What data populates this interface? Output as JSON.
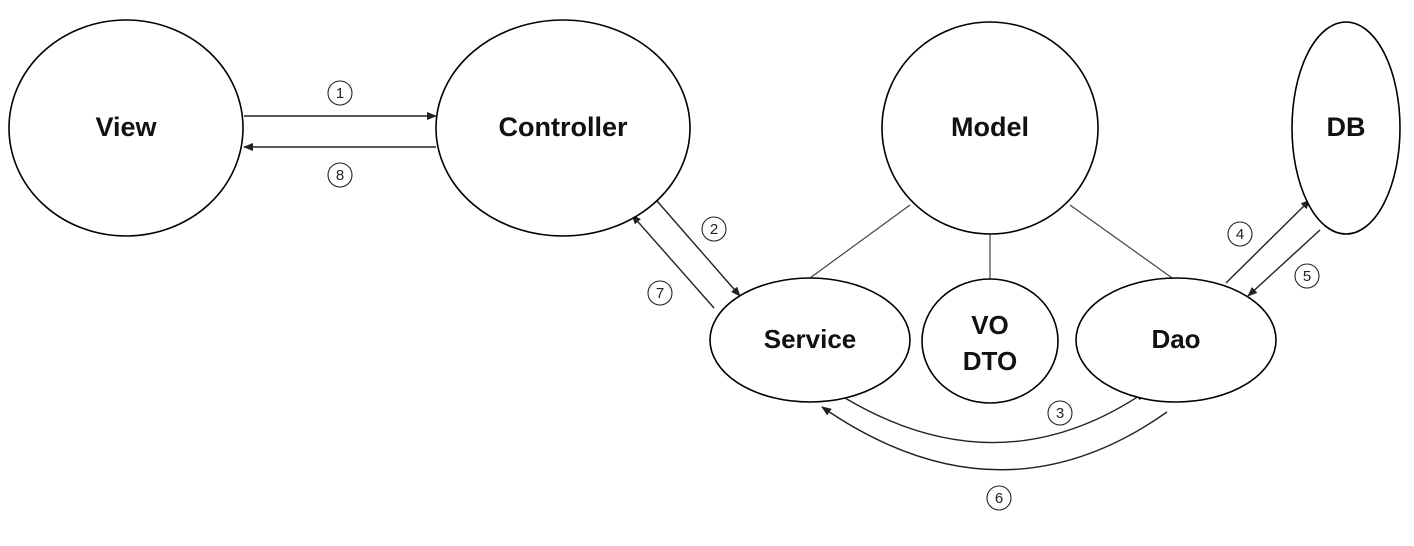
{
  "nodes": {
    "view": "View",
    "controller": "Controller",
    "model": "Model",
    "db": "DB",
    "service": "Service",
    "vo": "VO",
    "dto": "DTO",
    "dao": "Dao"
  },
  "steps": [
    "1",
    "2",
    "3",
    "4",
    "5",
    "6",
    "7",
    "8"
  ],
  "colors": {
    "stroke": "#000000",
    "background": "#ffffff"
  }
}
